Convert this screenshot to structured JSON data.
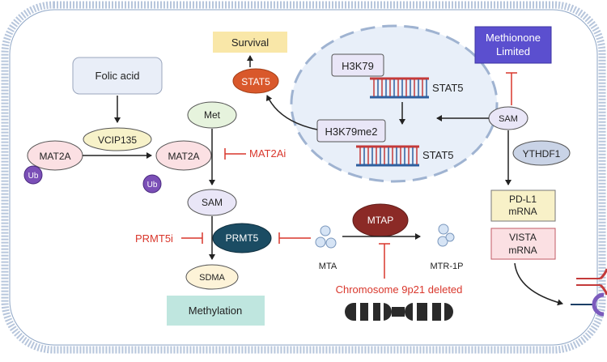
{
  "diagram": {
    "nodes": {
      "survival": "Survival",
      "stat5_top": "STAT5",
      "h3k79": "H3K79",
      "stat5_dna1": "STAT5",
      "h3k79me2": "H3K79me2",
      "stat5_dna2": "STAT5",
      "methionine_limited": [
        "Methionone",
        "Limited"
      ],
      "sam_right": "SAM",
      "ythdf1": "YTHDF1",
      "pdl1": [
        "PD-L1",
        "mRNA"
      ],
      "vista": [
        "VISTA",
        "mRNA"
      ],
      "folic_acid": "Folic acid",
      "vcip135": "VCIP135",
      "mat2a_left": "MAT2A",
      "ub_left": "Ub",
      "mat2a_mid": "MAT2A",
      "ub_mid": "Ub",
      "met": "Met",
      "mat2ai": "MAT2Ai",
      "sam_mid": "SAM",
      "prmt5i": "PRMT5i",
      "prmt5": "PRMT5",
      "sdma": "SDMA",
      "methylation": "Methylation",
      "mtap": "MTAP",
      "mta": "MTA",
      "mtr1p": "MTR-1P",
      "chromosome": "Chromosome 9p21 deleted"
    },
    "colors": {
      "red_inhibitor": "#d9372c",
      "stat5_orange": "#d9582b",
      "mtap_darkred": "#8b2a26",
      "prmt5_navy": "#1b4c63",
      "methionine_purple": "#5b4fcf",
      "membrane_blue": "#aebfd6",
      "nucleus_fill": "#e6eef9"
    }
  }
}
